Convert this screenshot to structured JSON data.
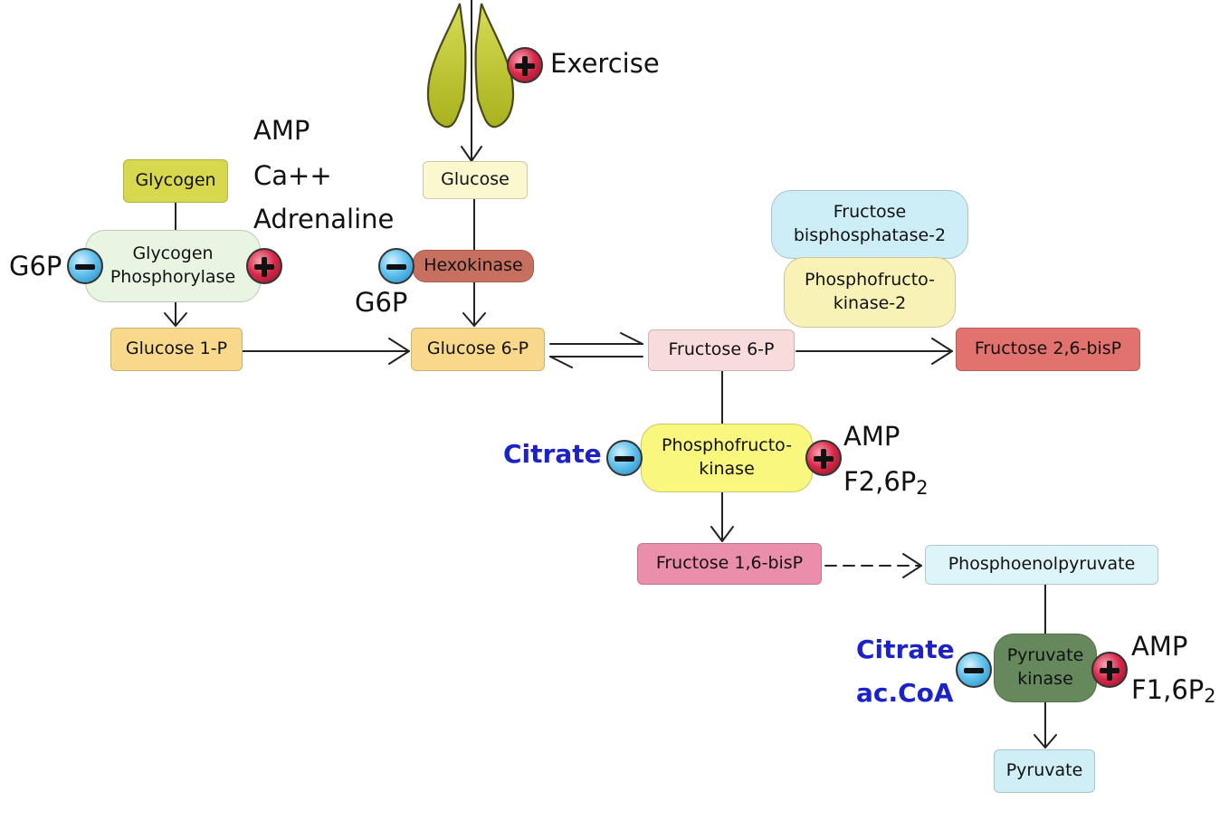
{
  "metabolites": {
    "glycogen": "Glycogen",
    "glucose": "Glucose",
    "glucose_1p": "Glucose 1-P",
    "glucose_6p": "Glucose 6-P",
    "fructose_6p": "Fructose 6-P",
    "fructose_26_bisp": "Fructose 2,6-bisP",
    "fructose_16_bisp": "Fructose 1,6-bisP",
    "phosphoenolpyruvate": "Phosphoenolpyruvate",
    "pyruvate": "Pyruvate"
  },
  "enzymes": {
    "glycogen_phosphorylase": [
      "Glycogen",
      "Phosphorylase"
    ],
    "hexokinase": "Hexokinase",
    "fbpase2": [
      "Fructose",
      "bisphosphatase-2"
    ],
    "pfk2": [
      "Phosphofructo-",
      "kinase-2"
    ],
    "pfk": [
      "Phosphofructo-",
      "kinase"
    ],
    "pyruvate_kinase": [
      "Pyruvate",
      "kinase"
    ]
  },
  "regulators": {
    "exercise": "Exercise",
    "glycogen_activators": [
      "AMP",
      "Ca++",
      "Adrenaline"
    ],
    "glycogen_inhibitor": "G6P",
    "hexokinase_inhibitor": "G6P",
    "pfk_inhibitor": "Citrate",
    "pfk_activators": [
      "AMP",
      "F2,6P"
    ],
    "pfk_activator_subscript": "2",
    "pk_inhibitors": [
      "Citrate",
      "ac.CoA"
    ],
    "pk_activators": [
      "AMP",
      "F1,6P"
    ],
    "pk_activator_subscript": "2"
  },
  "colors": {
    "glycogen": "#d8d84e",
    "glucose": "#fbf7cf",
    "glucose_phosphates": "#f8d98c",
    "fructose_6p": "#f8dcdc",
    "fructose_26_bisp": "#e2726e",
    "fructose_16_bisp": "#ea8eab",
    "pep": "#ddf4f8",
    "pyruvate": "#cfeef5",
    "glycogen_phosphorylase": "#e8f5e3",
    "hexokinase": "#c87060",
    "fbpase2": "#cdeef6",
    "pfk2": "#f8f2b6",
    "pfk": "#f9f77e",
    "pyruvate_kinase": "#65885c",
    "inhibitor_text": "#1a22c8",
    "muscle": "#c5cc2f"
  },
  "icons": [
    "muscle-icon",
    "plus-icon",
    "minus-icon"
  ]
}
